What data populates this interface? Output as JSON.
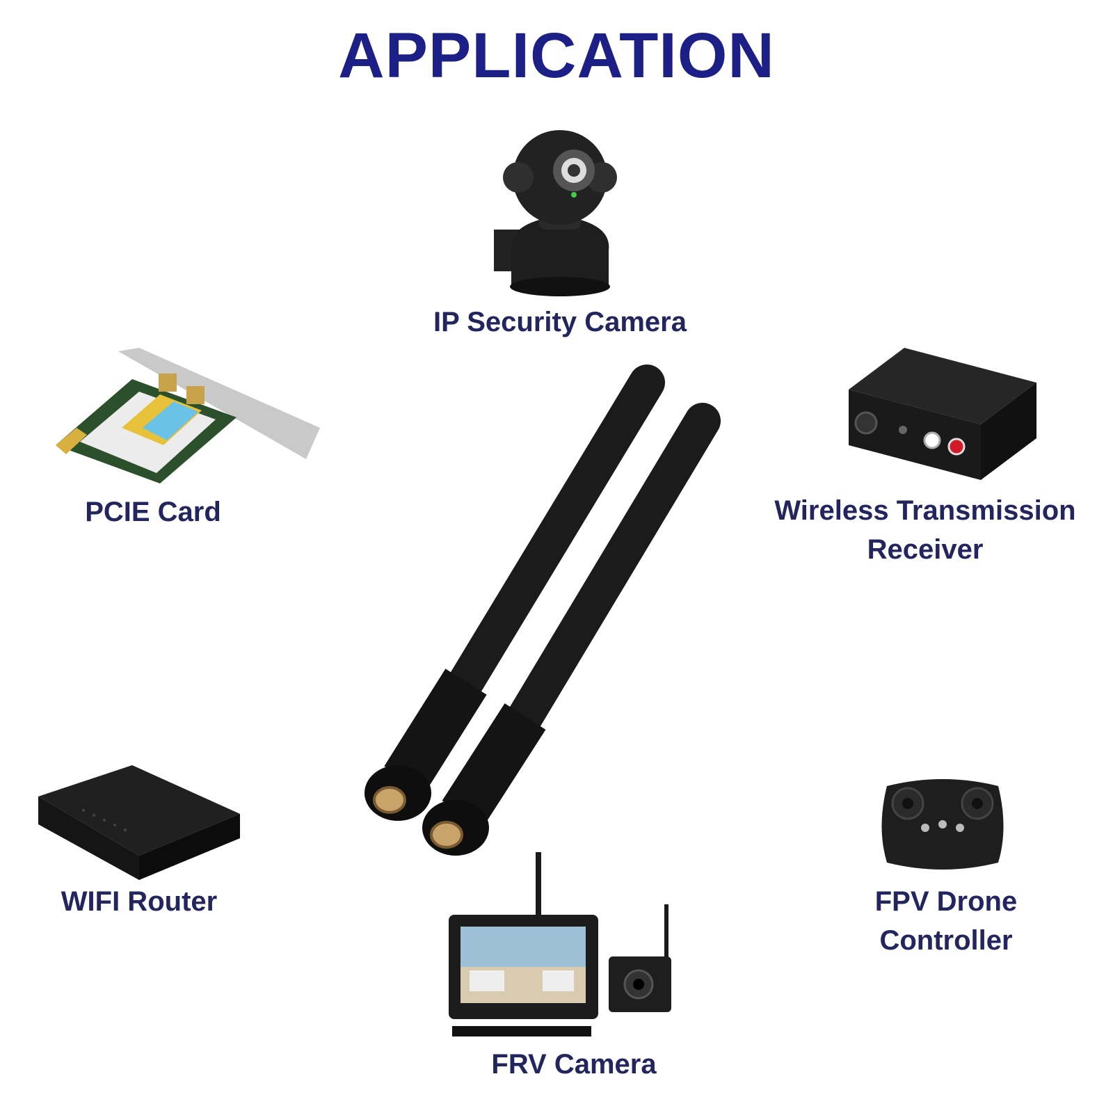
{
  "title": "APPLICATION",
  "applications": {
    "ip_camera": "IP Security Camera",
    "pcie_card": "PCIE Card",
    "wireless_receiver_line1": "Wireless Transmission",
    "wireless_receiver_line2": "Receiver",
    "wifi_router": "WIFI Router",
    "fpv_controller_line1": "FPV Drone",
    "fpv_controller_line2": "Controller",
    "frv_camera": "FRV Camera"
  },
  "colors": {
    "title": "#1c1f86",
    "label": "#23265e",
    "product_black": "#1b1b1b"
  },
  "icons": [
    "security-camera-image",
    "pcie-card-image",
    "receiver-box-image",
    "antenna-pair-image",
    "wifi-router-image",
    "drone-controller-image",
    "frv-monitor-camera-image"
  ]
}
